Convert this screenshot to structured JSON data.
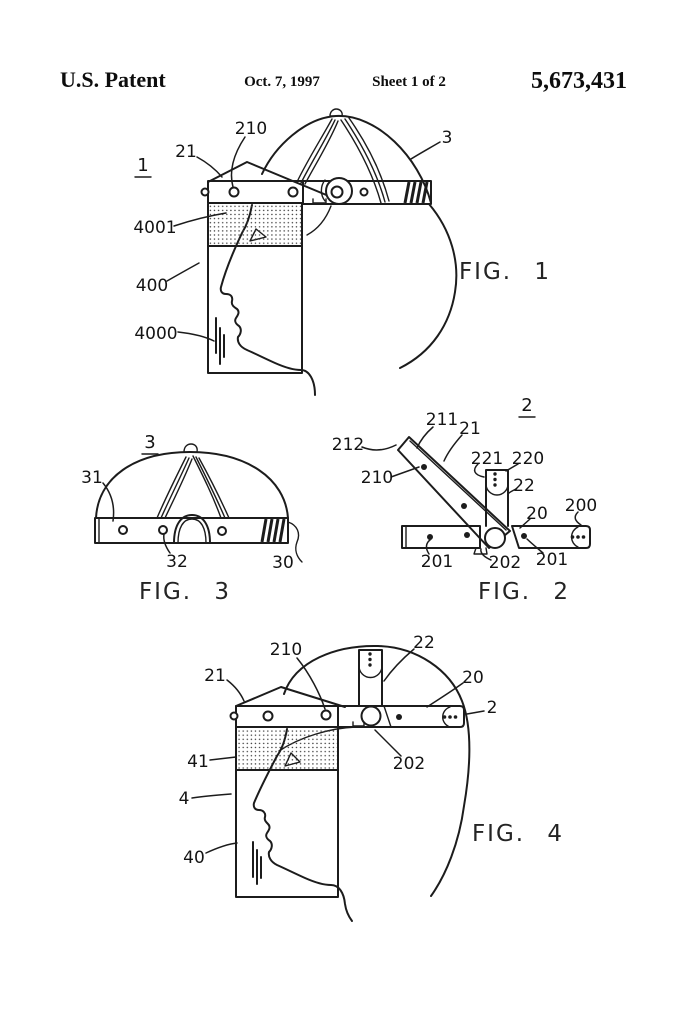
{
  "page": {
    "background": "#ffffff",
    "ink": "#1c1c1c"
  },
  "header": {
    "title": "U.S. Patent",
    "date": "Oct. 7, 1997",
    "sheet": "Sheet 1 of 2",
    "patent_number": "5,673,431"
  },
  "figures": {
    "fig1": {
      "caption": "FIG. 1",
      "ref": "1",
      "labels": {
        "n21": "21",
        "n210": "210",
        "n3": "3",
        "n4001": "4001",
        "n400": "400",
        "n4000": "4000"
      }
    },
    "fig2": {
      "caption": "FIG. 2",
      "ref": "2",
      "labels": {
        "n211": "211",
        "n21": "21",
        "n212": "212",
        "n221": "221",
        "n220": "220",
        "n210": "210",
        "n22": "22",
        "n20": "20",
        "n200": "200",
        "n201a": "201",
        "n202": "202",
        "n201b": "201"
      }
    },
    "fig3": {
      "caption": "FIG. 3",
      "ref": "3",
      "labels": {
        "n31": "31",
        "n32": "32",
        "n30": "30"
      }
    },
    "fig4": {
      "caption": "FIG. 4",
      "labels": {
        "n210": "210",
        "n22": "22",
        "n21": "21",
        "n20": "20",
        "n2": "2",
        "n41": "41",
        "n202": "202",
        "n4": "4",
        "n40": "40"
      }
    }
  }
}
